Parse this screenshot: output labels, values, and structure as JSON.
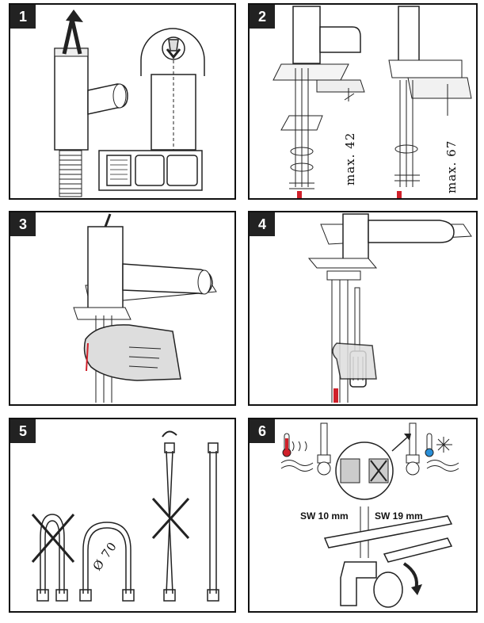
{
  "panels": [
    {
      "number": "1"
    },
    {
      "number": "2",
      "labels": [
        "max. 42",
        "max. 67"
      ]
    },
    {
      "number": "3"
    },
    {
      "number": "4"
    },
    {
      "number": "5",
      "diameter_label": "Ø 70"
    },
    {
      "number": "6",
      "wrench_labels": [
        "SW 10 mm",
        "SW 19 mm"
      ]
    }
  ],
  "colors": {
    "hot": "#d0202a",
    "cold": "#2a8fd8",
    "frame": "#111111",
    "tag": "#222222"
  }
}
